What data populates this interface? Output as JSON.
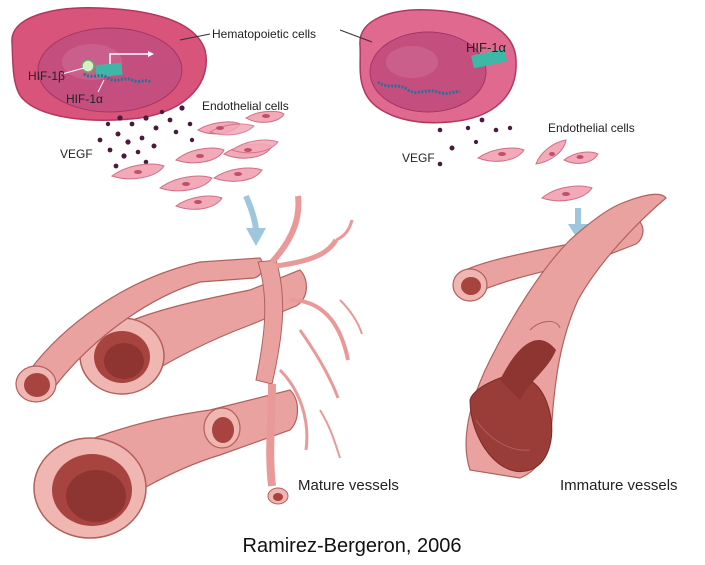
{
  "labels": {
    "hematopoietic_cells": "Hematopoietic cells",
    "hif1b": "HIF-1β",
    "hif1a_left": "HIF-1α",
    "hif1a_right": "HIF-1α",
    "endothelial_left": "Endothelial cells",
    "endothelial_right": "Endothelial cells",
    "vegf_left": "VEGF",
    "vegf_right": "VEGF",
    "mature": "Mature vessels",
    "immature": "Immature vessels"
  },
  "caption": "Ramirez-Bergeron, 2006",
  "colors": {
    "cell_outer": "#d9547a",
    "cell_inner": "#c44f7f",
    "nucleus": "#b3396b",
    "hif_bar": "#3fb7a6",
    "dna": "#2a6f9c",
    "vegf_dot": "#4a1a3a",
    "endothelial": "#f2a9b8",
    "vessel": "#e89a98",
    "vessel_dark": "#a8443f",
    "arrow": "#9ec6dc"
  }
}
